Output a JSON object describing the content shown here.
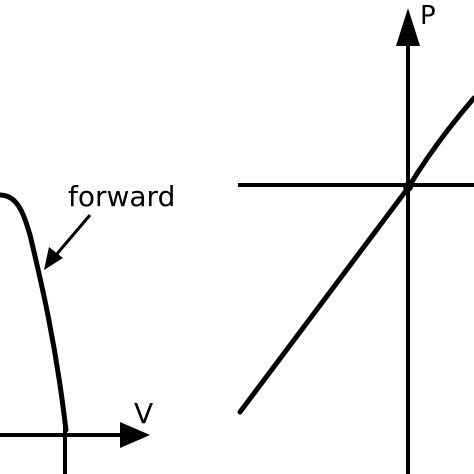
{
  "colors": {
    "stroke": "#000000",
    "background": "#ffffff"
  },
  "left_panel": {
    "curve_label": "forward",
    "x_axis_label": "V"
  },
  "right_panel": {
    "y_axis_label": "P"
  }
}
